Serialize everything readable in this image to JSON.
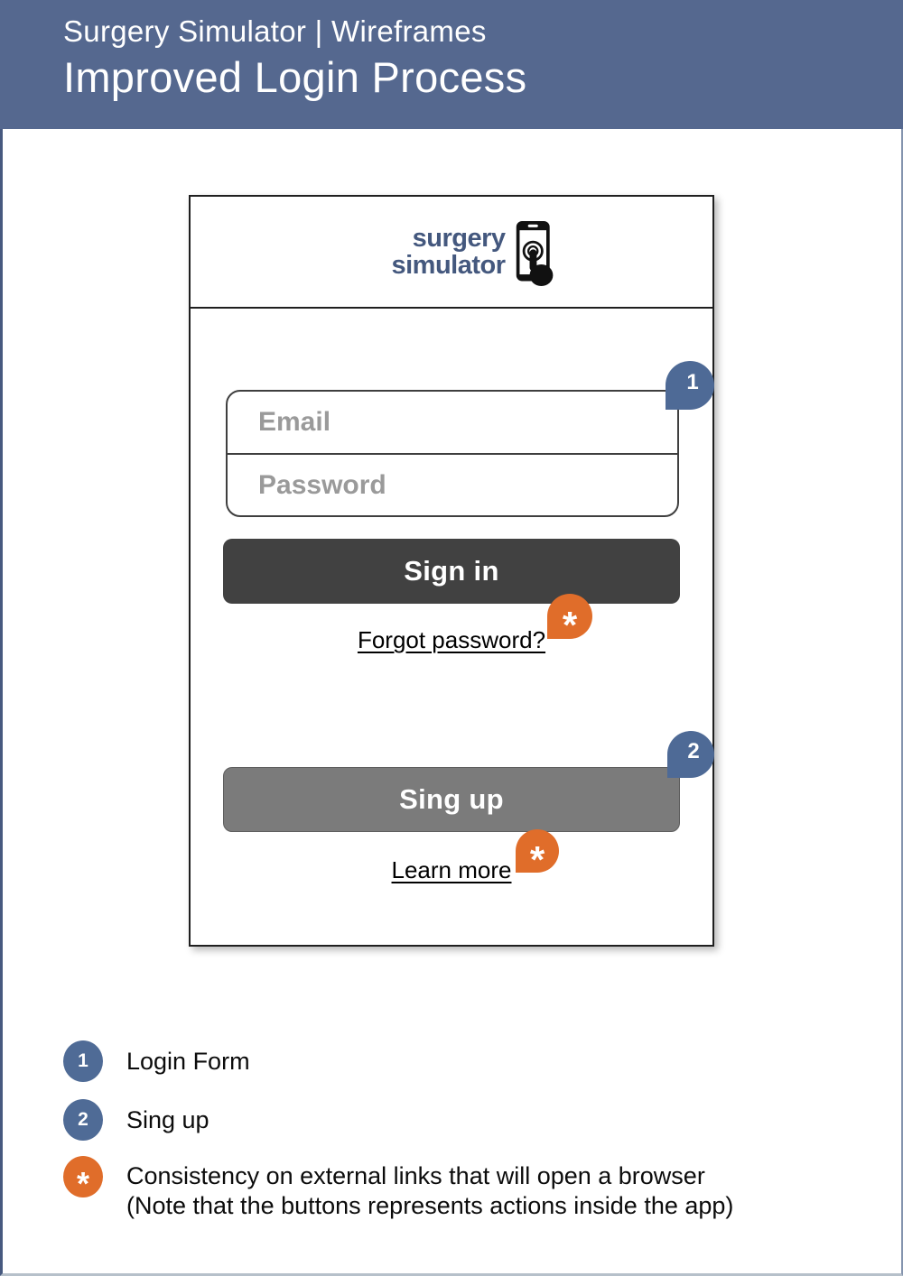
{
  "header": {
    "subtitle": "Surgery Simulator | Wireframes",
    "title": "Improved Login Process"
  },
  "phone": {
    "logo": {
      "line1": "surgery",
      "line2": "simulator",
      "icon": "phone-tap-icon"
    },
    "form": {
      "email_placeholder": "Email",
      "password_placeholder": "Password",
      "sign_in_label": "Sign in",
      "forgot_link": "Forgot password?",
      "sign_up_label": "Sing up",
      "learn_link": "Learn more"
    }
  },
  "callouts": {
    "one": "1",
    "two": "2",
    "asterisk": "*"
  },
  "legend": [
    {
      "marker": "1",
      "color": "blue",
      "text": "Login Form"
    },
    {
      "marker": "2",
      "color": "blue",
      "text": "Sing up"
    },
    {
      "marker": "*",
      "color": "orange",
      "text": "Consistency on external links that will open a browser",
      "text2": "(Note that the buttons represents actions inside the app)"
    }
  ],
  "colors": {
    "header_bg": "#55688f",
    "callout_blue": "#4e6a96",
    "callout_orange": "#e06d2a",
    "sign_in_bg": "#414141",
    "sign_up_bg": "#7b7b7b",
    "logo_text": "#44587e"
  }
}
